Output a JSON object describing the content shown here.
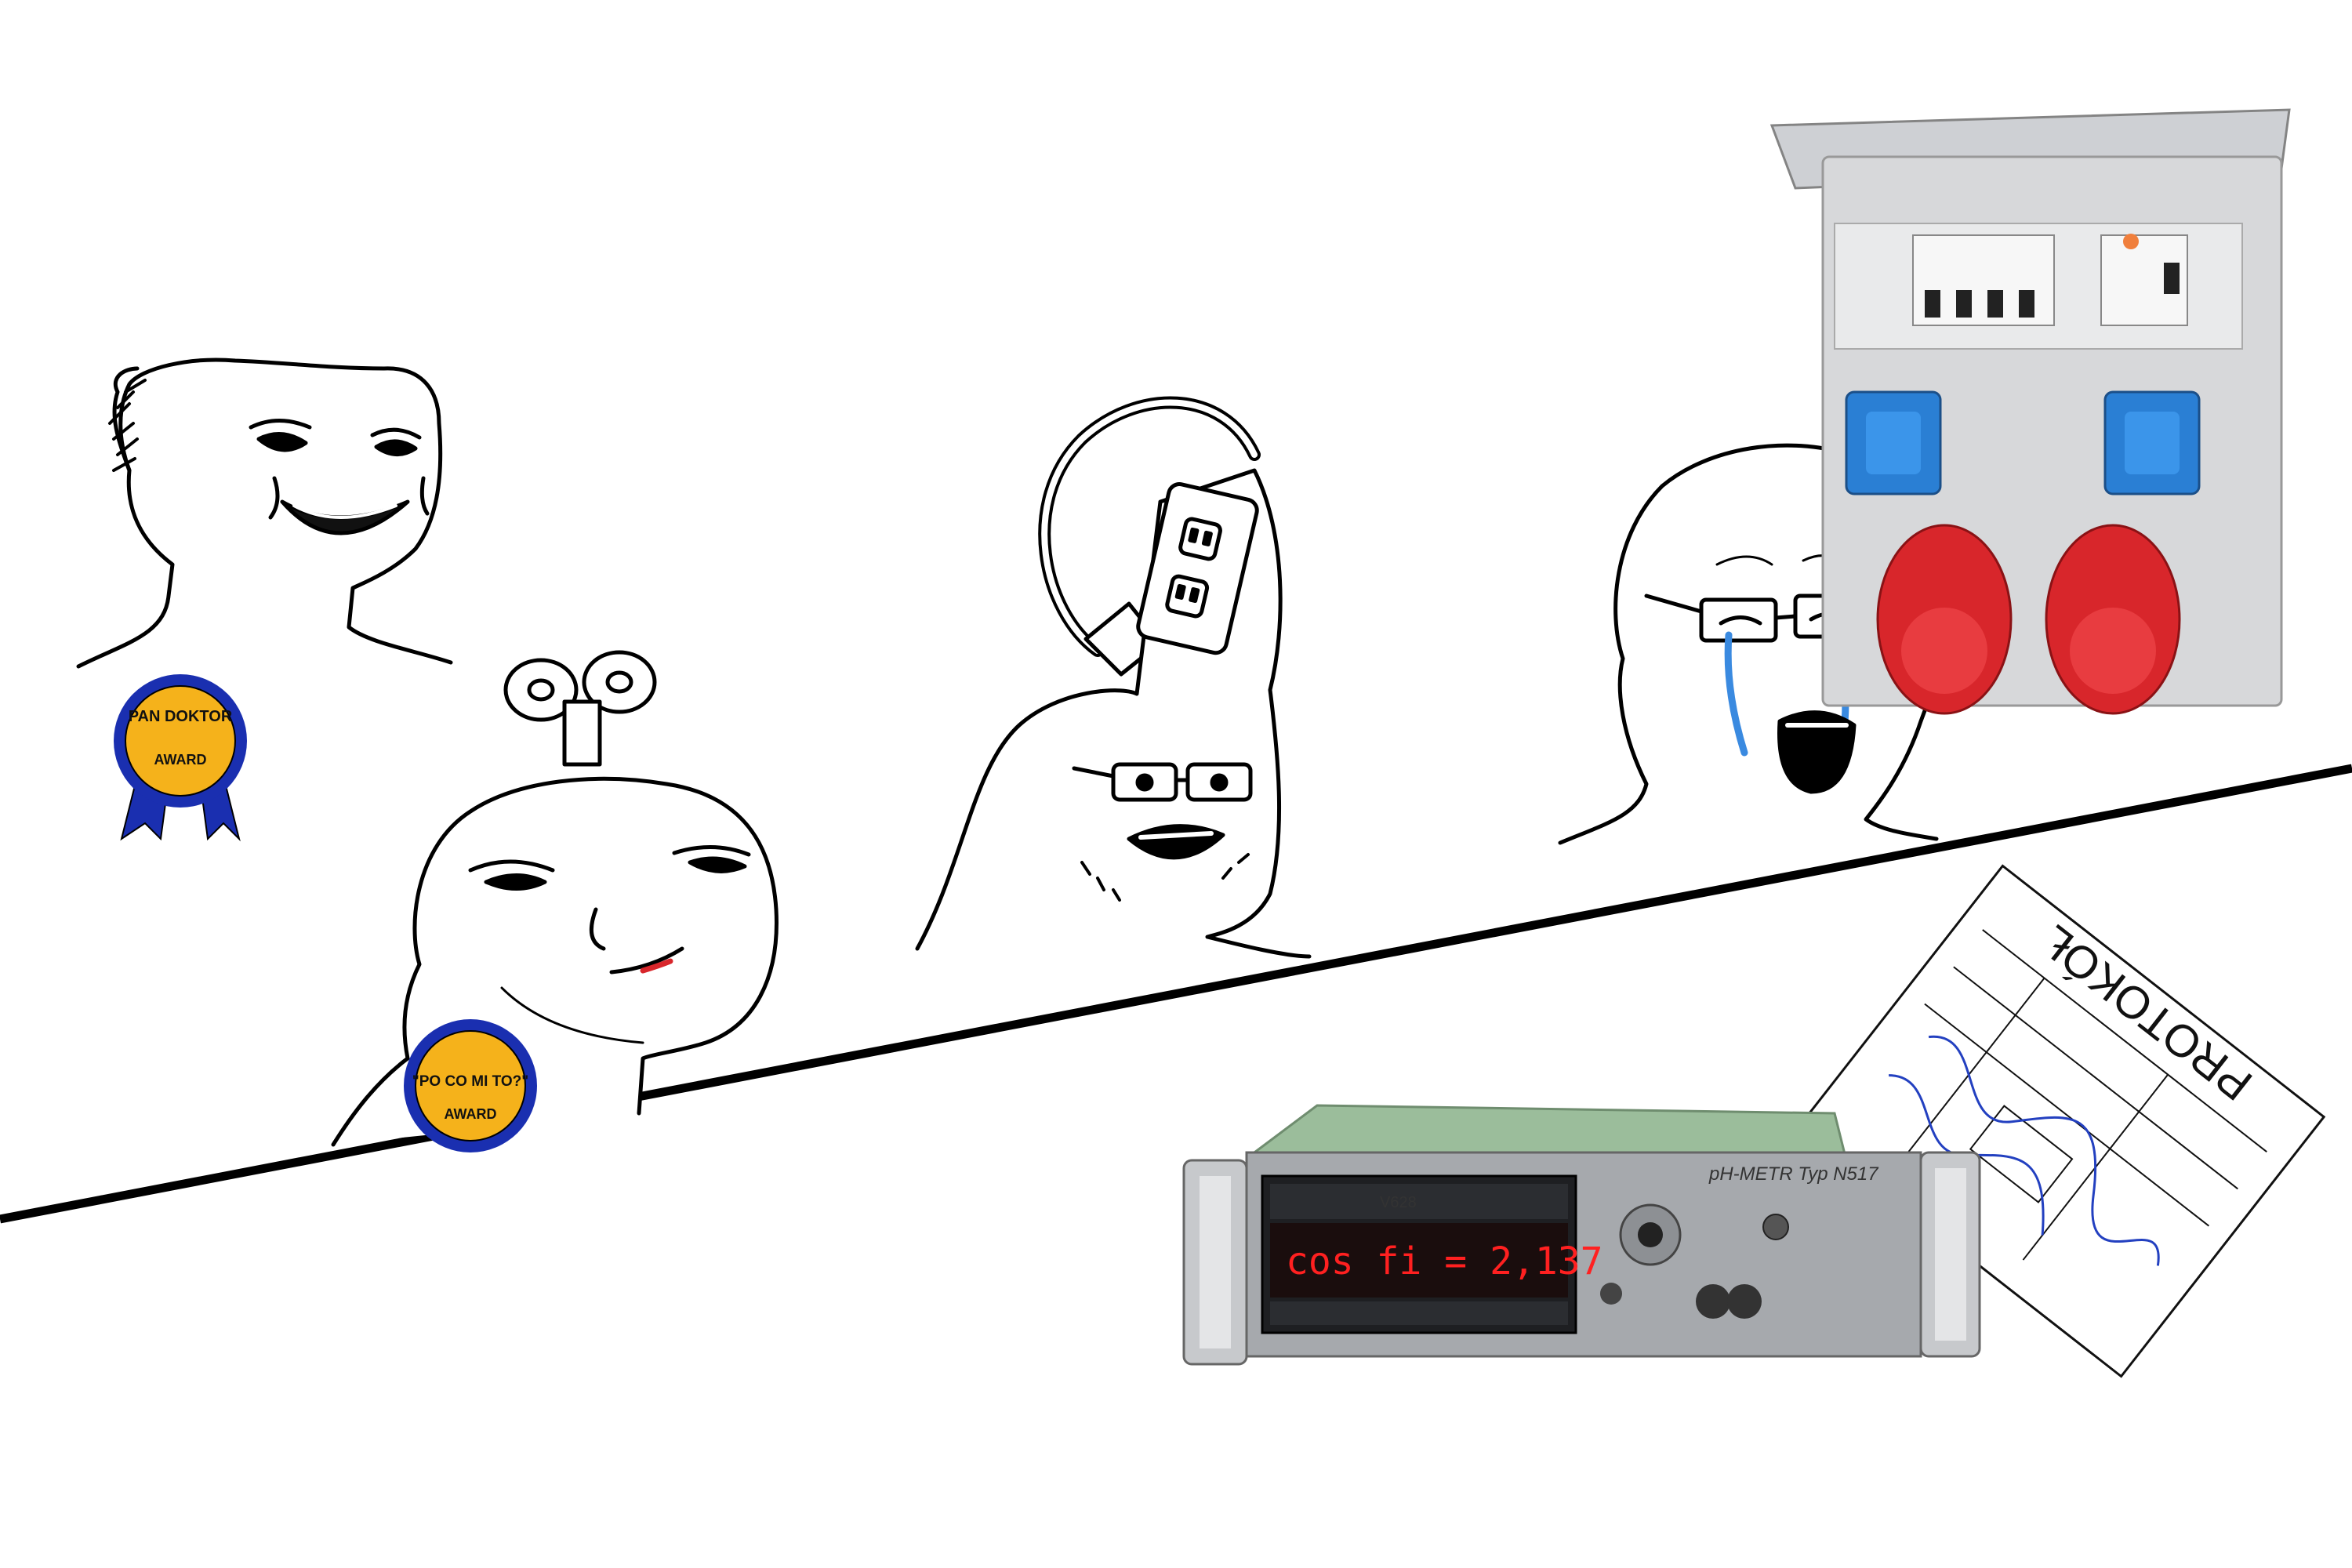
{
  "badges": [
    {
      "line1": "PAN DOKTOR",
      "line2": "AWARD"
    },
    {
      "line1": "\"PO CO MI TO?\"",
      "line2": "AWARD"
    }
  ],
  "meter": {
    "model": "V628",
    "brand_plate": "pH-METR Typ N517",
    "display": "cos fi = 2,137"
  },
  "protocol": {
    "title": "PROTOKÓŁ"
  },
  "colors": {
    "badge_fill": "#f5b21b",
    "badge_ribbon": "#1a2fb0",
    "socket_blue": "#2a7fd4",
    "socket_red": "#d8262b",
    "meter_green": "#9bbd9b",
    "display_red": "#ff2020"
  }
}
